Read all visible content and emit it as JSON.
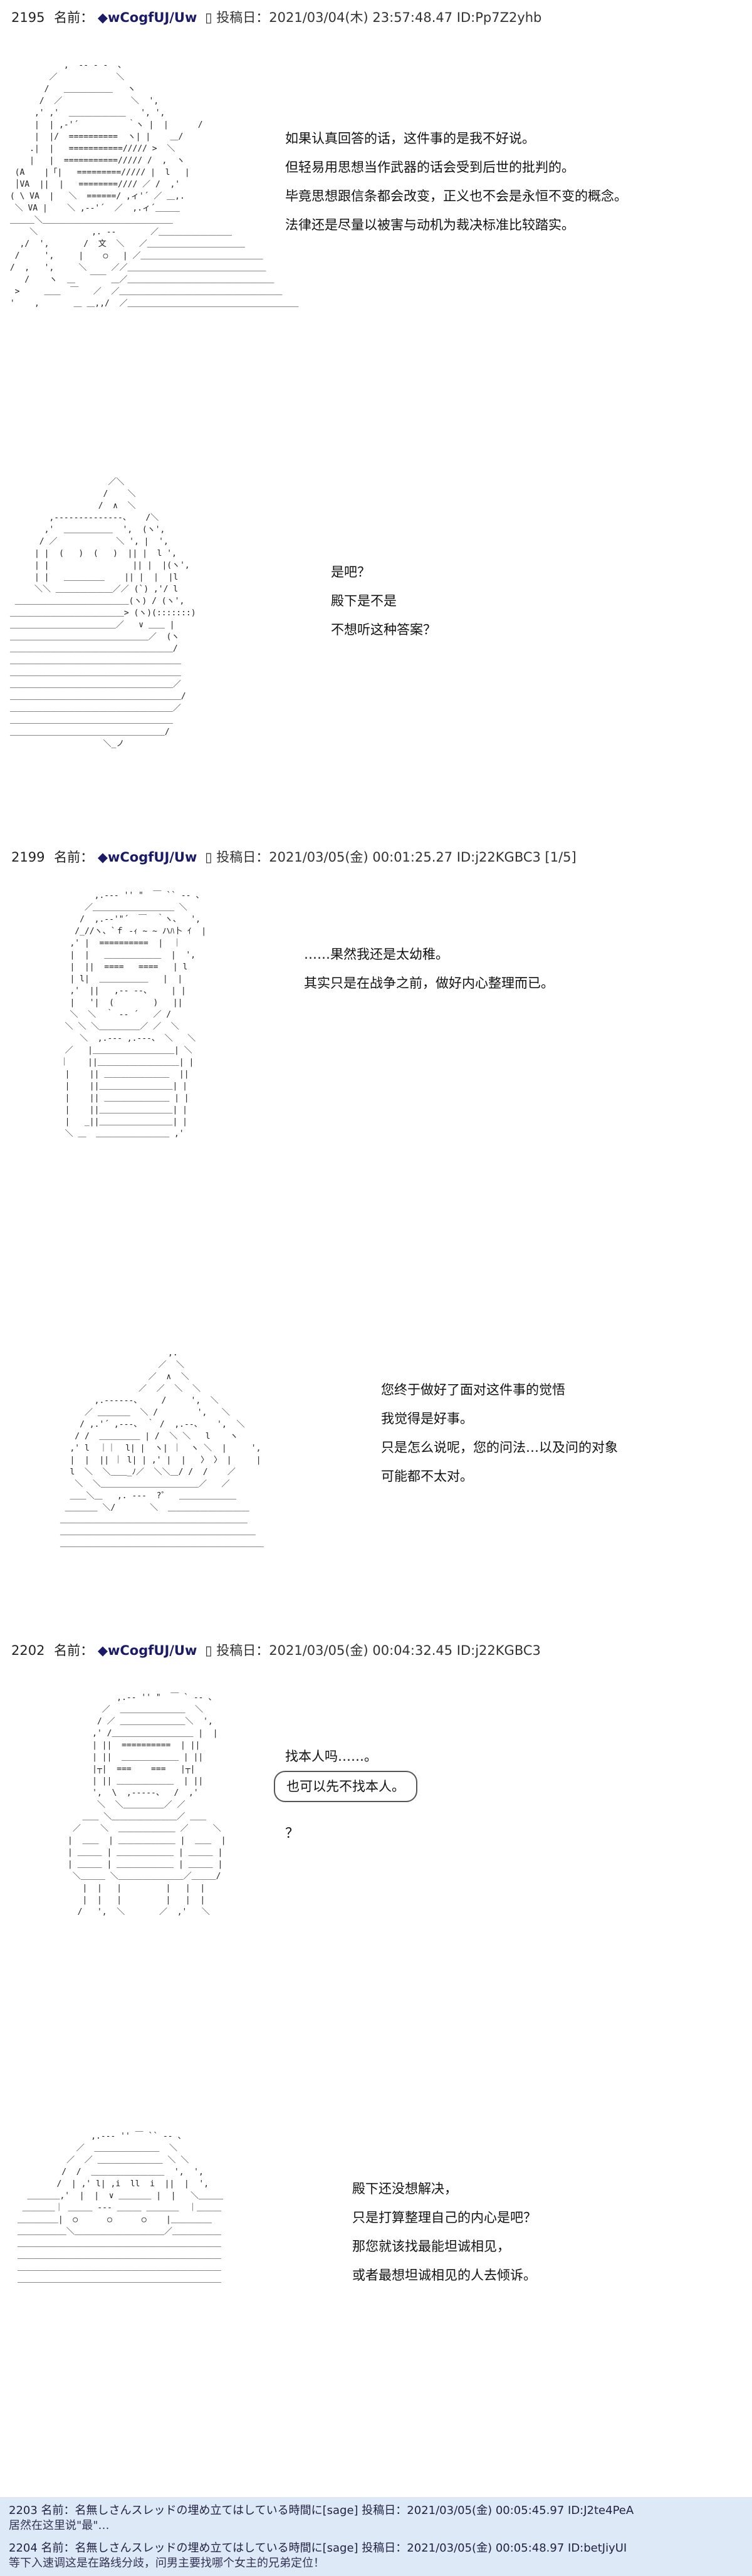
{
  "posts": [
    {
      "header": {
        "number": "2195",
        "name_label": "名前：",
        "trip": "◆wCogfUJ/Uw",
        "meta": "▯ 投稿日：2021/03/04(木) 23:57:48.47 ID:Pp7Z2yhb"
      },
      "scenes": [
        {
          "lines": [
            "如果认真回答的话，这件事的是我不好说。",
            "但轻易用思想当作武器的话会受到后世的批判的。",
            "毕竟思想跟信条都会改变，正义也不会是永恒不变的概念。",
            "法律还是尽量以被害与动机为裁决标准比较踏实。"
          ]
        },
        {
          "lines": [
            "是吧？",
            "殿下是不是",
            "不想听这种答案？"
          ]
        }
      ]
    },
    {
      "header": {
        "number": "2199",
        "name_label": "名前：",
        "trip": "◆wCogfUJ/Uw",
        "meta": "▯ 投稿日：2021/03/05(金) 00:01:25.27 ID:j22KGBC3 [1/5]"
      },
      "scenes": [
        {
          "lines": [
            "……果然我还是太幼稚。",
            "其实只是在战争之前，做好内心整理而已。"
          ]
        },
        {
          "lines": [
            "您终于做好了面对这件事的觉悟",
            "我觉得是好事。",
            "只是怎么说呢，您的问法…以及问的对象",
            "可能都不太对。"
          ]
        }
      ]
    },
    {
      "header": {
        "number": "2202",
        "name_label": "名前：",
        "trip": "◆wCogfUJ/Uw",
        "meta": "▯ 投稿日：2021/03/05(金) 00:04:32.45 ID:j22KGBC3"
      },
      "scenes": [
        {
          "lines": [
            "找本人吗……。"
          ],
          "bubble": "也可以先不找本人。",
          "qmark": "？"
        },
        {
          "lines": [
            "殿下还没想解决，",
            "只是打算整理自己的内心是吧？",
            "那您就该找最能坦诚相见，",
            "或者最想坦诚相见的人去倾诉。"
          ]
        }
      ]
    }
  ],
  "replies": [
    {
      "header": "2203 名前：名無しさんスレッドの埋め立てはしている時間に[sage] 投稿日：2021/03/05(金) 00:05:45.97 ID:J2te4PeA",
      "body": "居然在这里说\"最\"…"
    },
    {
      "header": "2204 名前：名無しさんスレッドの埋め立てはしている時間に[sage] 投稿日：2021/03/05(金) 00:05:48.97 ID:betJiyUI",
      "body": "等下入速调这是在路线分歧，问男主要找哪个女主的兄弟定位！"
    }
  ]
}
